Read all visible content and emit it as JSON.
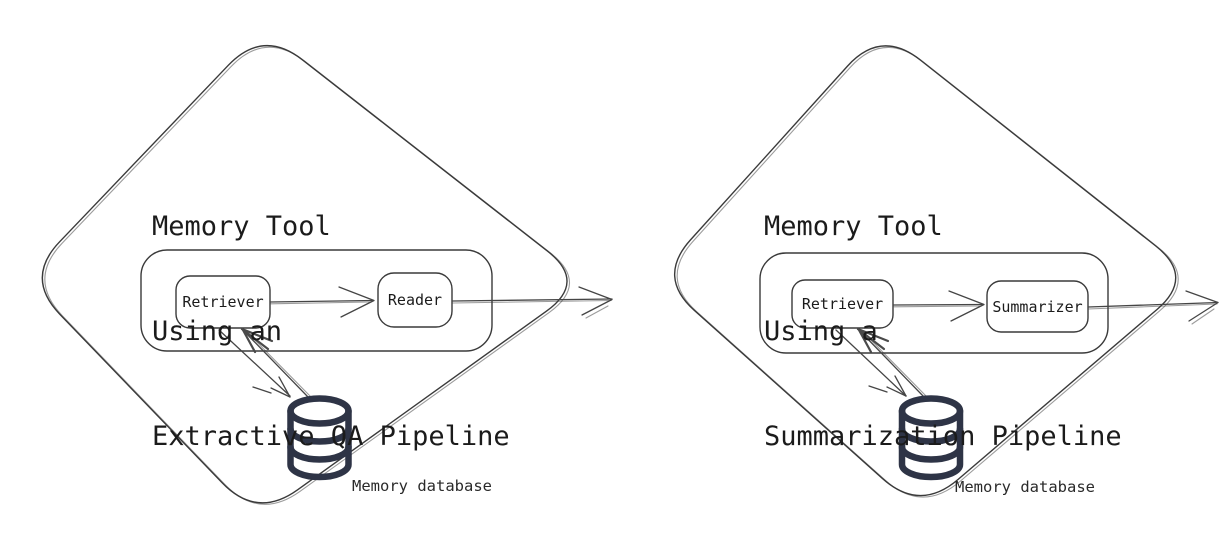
{
  "page": {
    "background": "#ffffff"
  },
  "colors": {
    "outline_stroke": "#3a3a3a",
    "database_icon": "#2e3446",
    "text": "#1b1b1b"
  },
  "icons": [
    {
      "name": "database-icon",
      "meaning": "memory database cylinder"
    },
    {
      "name": "arrow-icon",
      "meaning": "data flow direction"
    }
  ],
  "diagrams": [
    {
      "title_lines": [
        "Memory Tool",
        "Using an",
        "Extractive QA Pipeline"
      ],
      "nodes": [
        {
          "label": "Retriever"
        },
        {
          "label": "Reader"
        }
      ],
      "database_label": "Memory database"
    },
    {
      "title_lines": [
        "Memory Tool",
        "Using a",
        "Summarization Pipeline"
      ],
      "nodes": [
        {
          "label": "Retriever"
        },
        {
          "label": "Summarizer"
        }
      ],
      "database_label": "Memory database"
    }
  ]
}
